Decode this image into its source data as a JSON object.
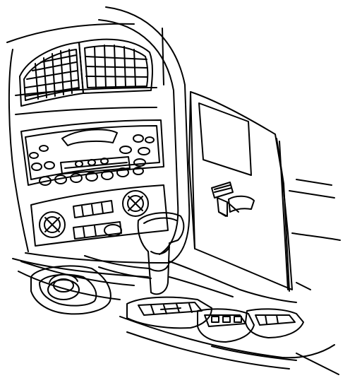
{
  "figure": {
    "caption": "",
    "components": [
      "dashboard-bezel",
      "air-vent-left",
      "air-vent-right",
      "radio-head-unit",
      "cd-slot",
      "climate-control-panel",
      "gear-shift-lever",
      "cup-holder",
      "console-side-panel",
      "panel-retaining-clip",
      "center-console-controls"
    ]
  },
  "colors": {
    "ink": "#000000",
    "paper": "#ffffff"
  }
}
